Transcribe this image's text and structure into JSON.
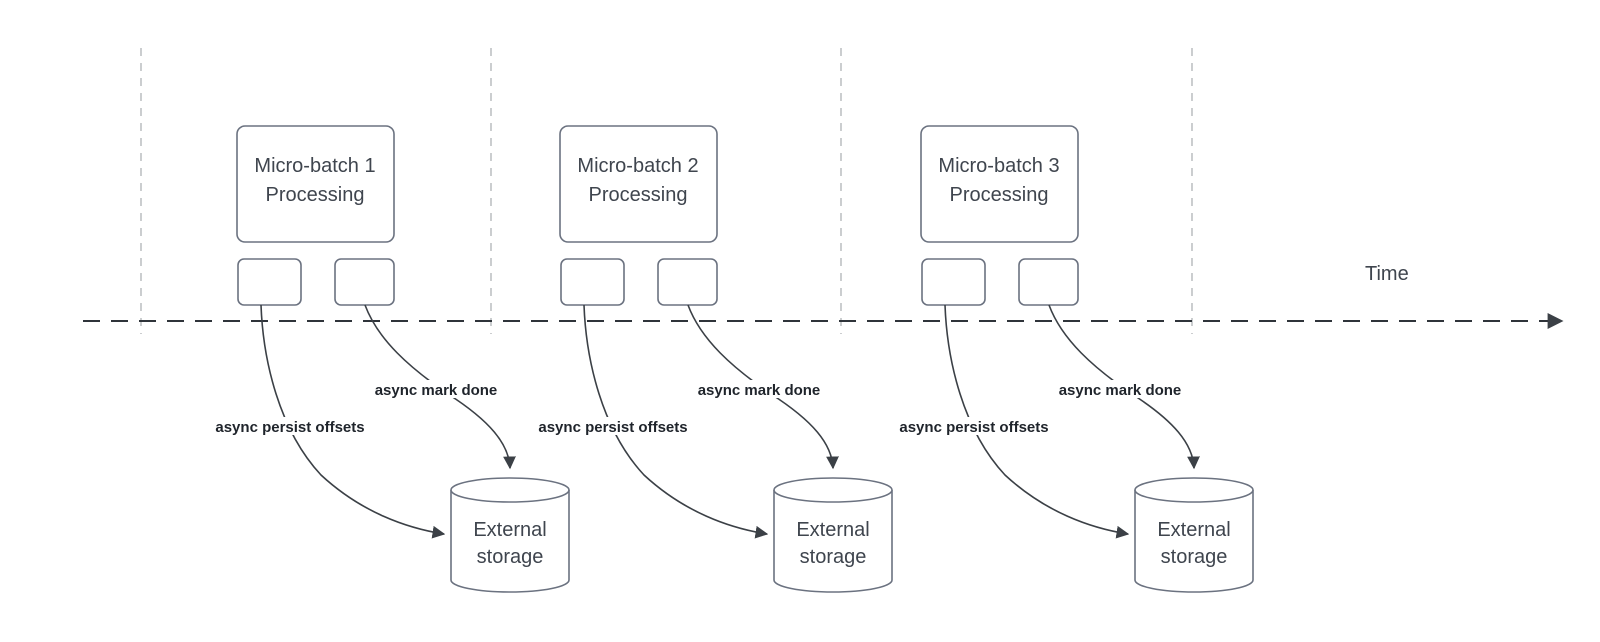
{
  "diagram": {
    "time_axis": {
      "label": "Time"
    },
    "batches": [
      {
        "title_line1": "Micro-batch 1",
        "title_line2": "Processing",
        "persist_label": "async persist offsets",
        "done_label": "async mark done",
        "storage_line1": "External",
        "storage_line2": "storage"
      },
      {
        "title_line1": "Micro-batch 2",
        "title_line2": "Processing",
        "persist_label": "async persist offsets",
        "done_label": "async mark done",
        "storage_line1": "External",
        "storage_line2": "storage"
      },
      {
        "title_line1": "Micro-batch 3",
        "title_line2": "Processing",
        "persist_label": "async persist offsets",
        "done_label": "async mark done",
        "storage_line1": "External",
        "storage_line2": "storage"
      }
    ],
    "colors": {
      "axis": "#2f343a",
      "gridline": "#b5b8bb",
      "shape_border": "#6b7280",
      "shape_text": "#3f454e",
      "arrow": "#3b4046",
      "label_text": "#1f242b",
      "background": "#ffffff"
    }
  }
}
